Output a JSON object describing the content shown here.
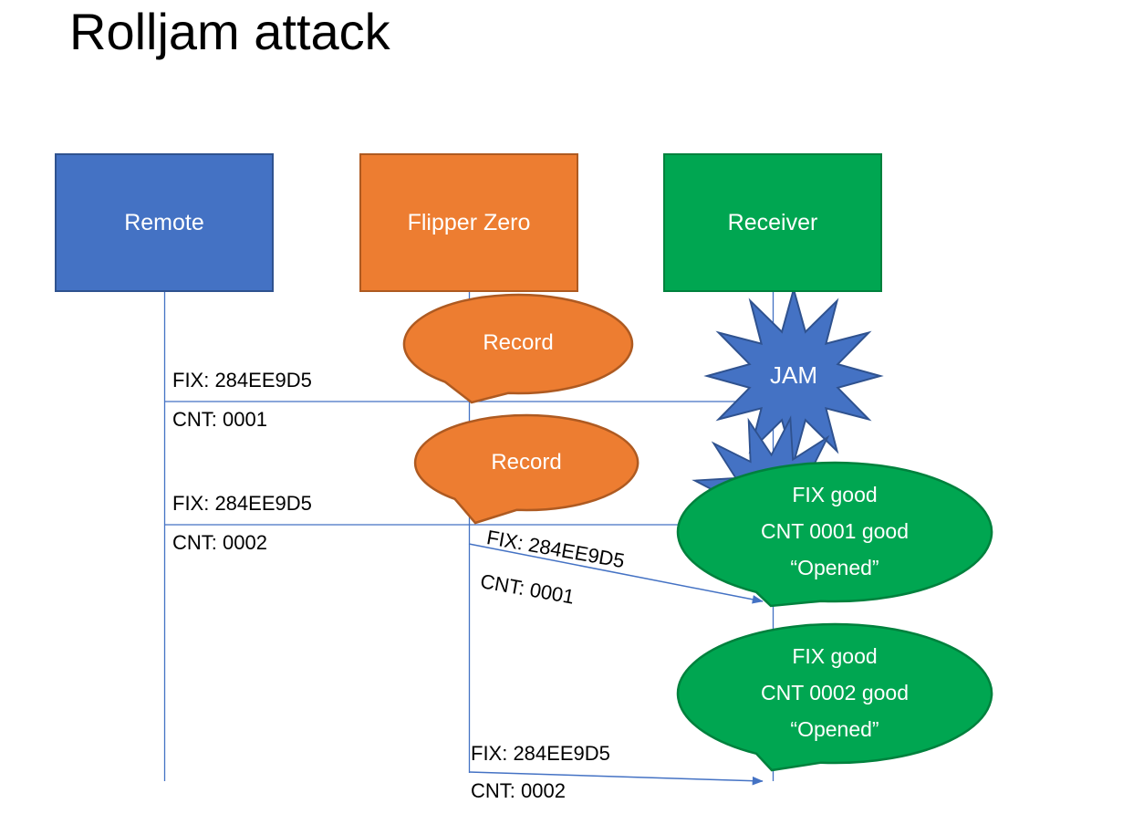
{
  "title": "Rolljam attack",
  "actors": [
    {
      "label": "Remote"
    },
    {
      "label": "Flipper Zero"
    },
    {
      "label": "Receiver"
    }
  ],
  "callouts": {
    "record1": "Record",
    "record2": "Record",
    "jam": "JAM",
    "result1": {
      "lines": [
        "FIX good",
        "CNT 0001 good",
        "“Opened”"
      ]
    },
    "result2": {
      "lines": [
        "FIX good",
        "CNT 0002 good",
        "“Opened”"
      ]
    }
  },
  "messages": {
    "remote_msg1": {
      "fix": "FIX: 284EE9D5",
      "cnt": "CNT: 0001"
    },
    "remote_msg2": {
      "fix": "FIX: 284EE9D5",
      "cnt": "CNT: 0002"
    },
    "replay_msg1": {
      "fix": "FIX: 284EE9D5",
      "cnt": "CNT: 0001"
    },
    "replay_msg2": {
      "fix": "FIX: 284EE9D5",
      "cnt": "CNT: 0002"
    }
  },
  "colors": {
    "blue": "#4472C4",
    "blue_dark": "#2F528F",
    "orange": "#ED7D31",
    "orange_dark": "#AE5A21",
    "green": "#00A651",
    "green_dark": "#00813D",
    "text": "#000000"
  }
}
